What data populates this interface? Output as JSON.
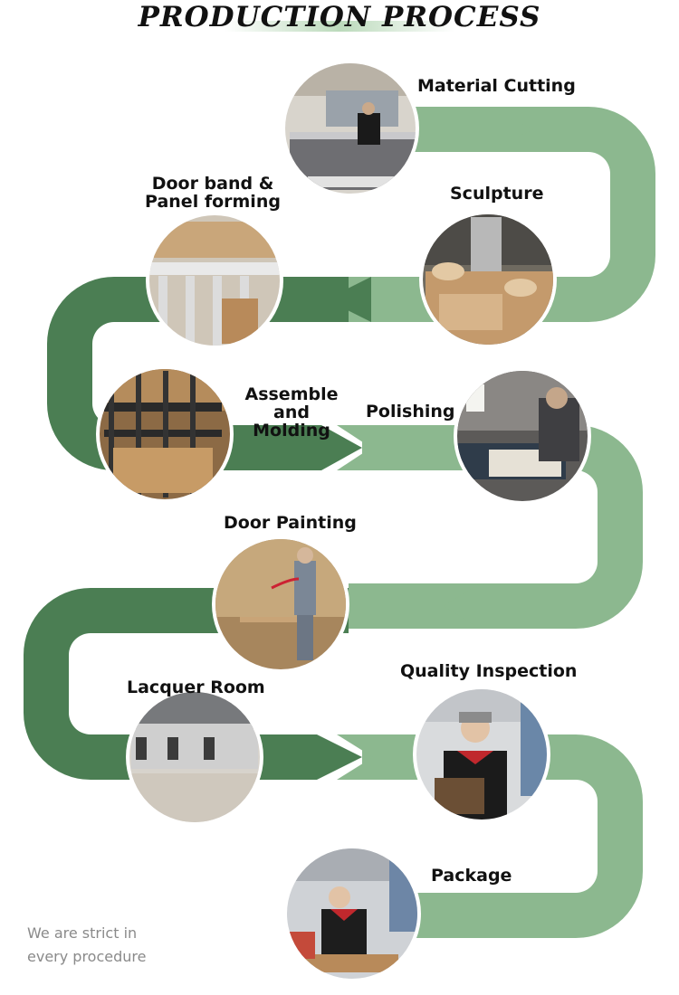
{
  "title": "PRODUCTION PROCESS",
  "note": "We are strict in\nevery procedure",
  "colors": {
    "light_band": "#8cb88f",
    "dark_band": "#4b7e53"
  },
  "steps": [
    {
      "label": "Material Cutting",
      "photo": "saw-machine-operator"
    },
    {
      "label": "Sculpture",
      "photo": "cnc-carving-machine"
    },
    {
      "label": "Door band &\nPanel forming",
      "photo": "stacked-panels"
    },
    {
      "label": "Assemble\nand Molding",
      "photo": "clamp-press-frames"
    },
    {
      "label": "Polishing",
      "photo": "worker-sanding"
    },
    {
      "label": "Door Painting",
      "photo": "spray-painter"
    },
    {
      "label": "Lacquer Room",
      "photo": "drying-room"
    },
    {
      "label": "Quality Inspection",
      "photo": "inspector-with-board"
    },
    {
      "label": "Package",
      "photo": "packing-worker"
    }
  ]
}
